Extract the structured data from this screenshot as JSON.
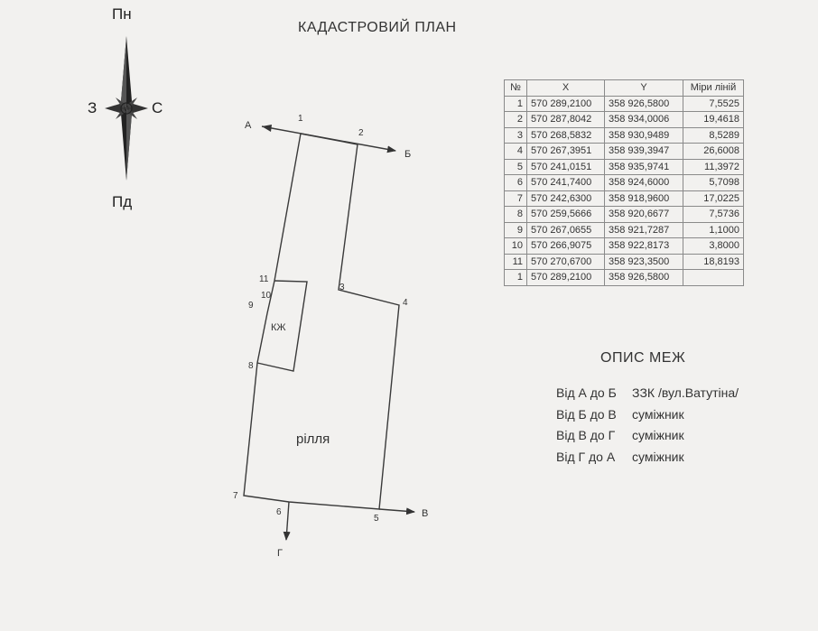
{
  "title": "КАДАСТРОВИЙ  ПЛАН",
  "compass": {
    "north": "Пн",
    "south": "Пд",
    "west": "З",
    "east": "С"
  },
  "plan": {
    "points": [
      "1",
      "2",
      "3",
      "4",
      "5",
      "6",
      "7",
      "8",
      "9",
      "10",
      "11"
    ],
    "directions": {
      "a": "А",
      "b": "Б",
      "v": "В",
      "g": "Г"
    },
    "labels": {
      "building": "КЖ",
      "field": "рілля"
    }
  },
  "table": {
    "headers": [
      "№",
      "X",
      "Y",
      "Міри ліній"
    ],
    "rows": [
      {
        "n": "1",
        "x": "570 289,2100",
        "y": "358 926,5800",
        "len": "7,5525"
      },
      {
        "n": "2",
        "x": "570 287,8042",
        "y": "358 934,0006",
        "len": "19,4618"
      },
      {
        "n": "3",
        "x": "570 268,5832",
        "y": "358 930,9489",
        "len": "8,5289"
      },
      {
        "n": "4",
        "x": "570 267,3951",
        "y": "358 939,3947",
        "len": "26,6008"
      },
      {
        "n": "5",
        "x": "570 241,0151",
        "y": "358 935,9741",
        "len": "11,3972"
      },
      {
        "n": "6",
        "x": "570 241,7400",
        "y": "358 924,6000",
        "len": "5,7098"
      },
      {
        "n": "7",
        "x": "570 242,6300",
        "y": "358 918,9600",
        "len": "17,0225"
      },
      {
        "n": "8",
        "x": "570 259,5666",
        "y": "358 920,6677",
        "len": "7,5736"
      },
      {
        "n": "9",
        "x": "570 267,0655",
        "y": "358 921,7287",
        "len": "1,1000"
      },
      {
        "n": "10",
        "x": "570 266,9075",
        "y": "358 922,8173",
        "len": "3,8000"
      },
      {
        "n": "11",
        "x": "570 270,6700",
        "y": "358 923,3500",
        "len": "18,8193"
      },
      {
        "n": "1",
        "x": "570 289,2100",
        "y": "358 926,5800",
        "len": ""
      }
    ]
  },
  "bounds": {
    "title": "ОПИС МЕЖ",
    "rows": [
      {
        "from": "Від А до Б",
        "desc": "ЗЗК /вул.Ватутіна/"
      },
      {
        "from": "Від Б до В",
        "desc": "суміжник"
      },
      {
        "from": "Від В до Г",
        "desc": "суміжник"
      },
      {
        "from": "Від Г до А",
        "desc": "суміжник"
      }
    ]
  }
}
